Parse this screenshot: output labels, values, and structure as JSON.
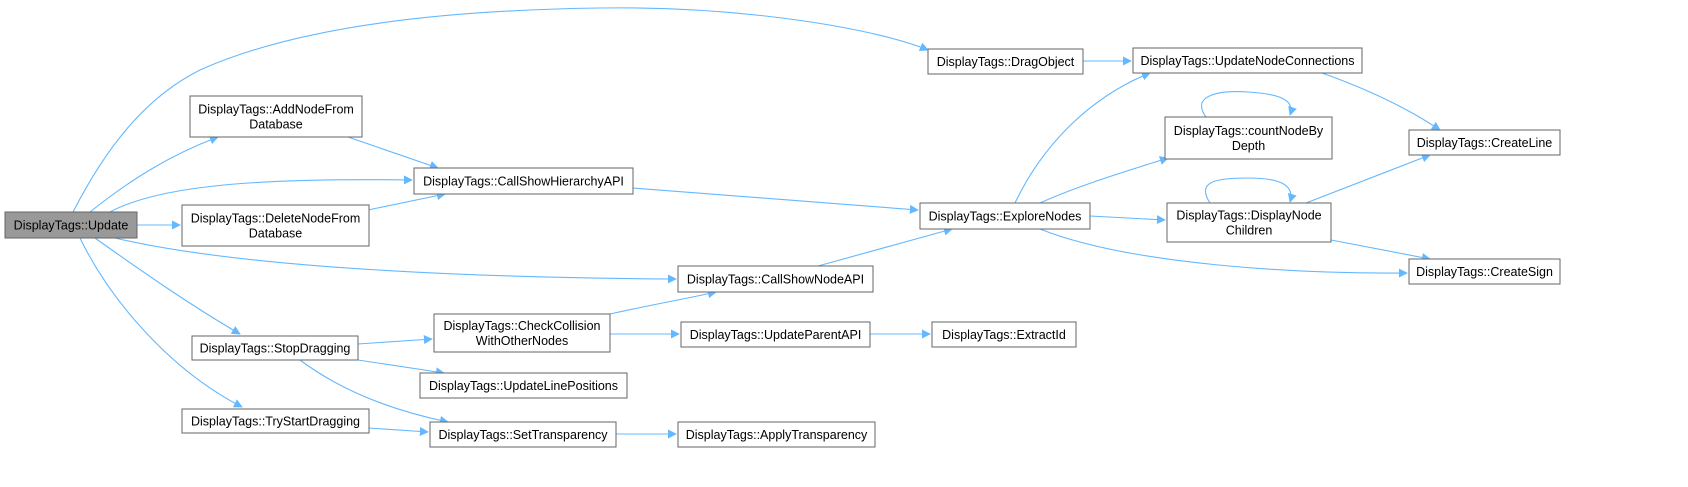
{
  "diagram": {
    "nodes": [
      {
        "id": "update",
        "lines": [
          "DisplayTags::Update"
        ],
        "root": true
      },
      {
        "id": "addNode",
        "lines": [
          "DisplayTags::AddNodeFrom",
          "Database"
        ]
      },
      {
        "id": "deleteNode",
        "lines": [
          "DisplayTags::DeleteNodeFrom",
          "Database"
        ]
      },
      {
        "id": "stopDragging",
        "lines": [
          "DisplayTags::StopDragging"
        ]
      },
      {
        "id": "tryStart",
        "lines": [
          "DisplayTags::TryStartDragging"
        ]
      },
      {
        "id": "callHierarchy",
        "lines": [
          "DisplayTags::CallShowHierarchyAPI"
        ]
      },
      {
        "id": "checkCollision",
        "lines": [
          "DisplayTags::CheckCollision",
          "WithOtherNodes"
        ]
      },
      {
        "id": "updateLinePos",
        "lines": [
          "DisplayTags::UpdateLinePositions"
        ]
      },
      {
        "id": "setTransparency",
        "lines": [
          "DisplayTags::SetTransparency"
        ]
      },
      {
        "id": "callShowNode",
        "lines": [
          "DisplayTags::CallShowNodeAPI"
        ]
      },
      {
        "id": "updateParent",
        "lines": [
          "DisplayTags::UpdateParentAPI"
        ]
      },
      {
        "id": "applyTransparency",
        "lines": [
          "DisplayTags::ApplyTransparency"
        ]
      },
      {
        "id": "dragObject",
        "lines": [
          "DisplayTags::DragObject"
        ]
      },
      {
        "id": "exploreNodes",
        "lines": [
          "DisplayTags::ExploreNodes"
        ]
      },
      {
        "id": "extractId",
        "lines": [
          "DisplayTags::ExtractId"
        ]
      },
      {
        "id": "updateConn",
        "lines": [
          "DisplayTags::UpdateNodeConnections"
        ]
      },
      {
        "id": "countNode",
        "lines": [
          "DisplayTags::countNodeBy",
          "Depth"
        ]
      },
      {
        "id": "displayChildren",
        "lines": [
          "DisplayTags::DisplayNode",
          "Children"
        ]
      },
      {
        "id": "createLine",
        "lines": [
          "DisplayTags::CreateLine"
        ]
      },
      {
        "id": "createSign",
        "lines": [
          "DisplayTags::CreateSign"
        ]
      }
    ],
    "edges": [
      {
        "from": "update",
        "to": "dragObject"
      },
      {
        "from": "update",
        "to": "addNode"
      },
      {
        "from": "update",
        "to": "callHierarchy"
      },
      {
        "from": "update",
        "to": "deleteNode"
      },
      {
        "from": "update",
        "to": "callShowNode"
      },
      {
        "from": "update",
        "to": "stopDragging"
      },
      {
        "from": "update",
        "to": "tryStart"
      },
      {
        "from": "addNode",
        "to": "callHierarchy"
      },
      {
        "from": "deleteNode",
        "to": "callHierarchy"
      },
      {
        "from": "callHierarchy",
        "to": "exploreNodes"
      },
      {
        "from": "callShowNode",
        "to": "exploreNodes"
      },
      {
        "from": "stopDragging",
        "to": "checkCollision"
      },
      {
        "from": "stopDragging",
        "to": "updateLinePos"
      },
      {
        "from": "stopDragging",
        "to": "setTransparency"
      },
      {
        "from": "tryStart",
        "to": "setTransparency"
      },
      {
        "from": "checkCollision",
        "to": "callShowNode"
      },
      {
        "from": "checkCollision",
        "to": "updateParent"
      },
      {
        "from": "updateParent",
        "to": "extractId"
      },
      {
        "from": "setTransparency",
        "to": "applyTransparency"
      },
      {
        "from": "dragObject",
        "to": "updateConn"
      },
      {
        "from": "exploreNodes",
        "to": "updateConn"
      },
      {
        "from": "exploreNodes",
        "to": "countNode"
      },
      {
        "from": "exploreNodes",
        "to": "displayChildren"
      },
      {
        "from": "exploreNodes",
        "to": "createSign"
      },
      {
        "from": "countNode",
        "to": "countNode"
      },
      {
        "from": "displayChildren",
        "to": "displayChildren"
      },
      {
        "from": "displayChildren",
        "to": "createLine"
      },
      {
        "from": "displayChildren",
        "to": "createSign"
      },
      {
        "from": "updateConn",
        "to": "createLine"
      }
    ]
  }
}
